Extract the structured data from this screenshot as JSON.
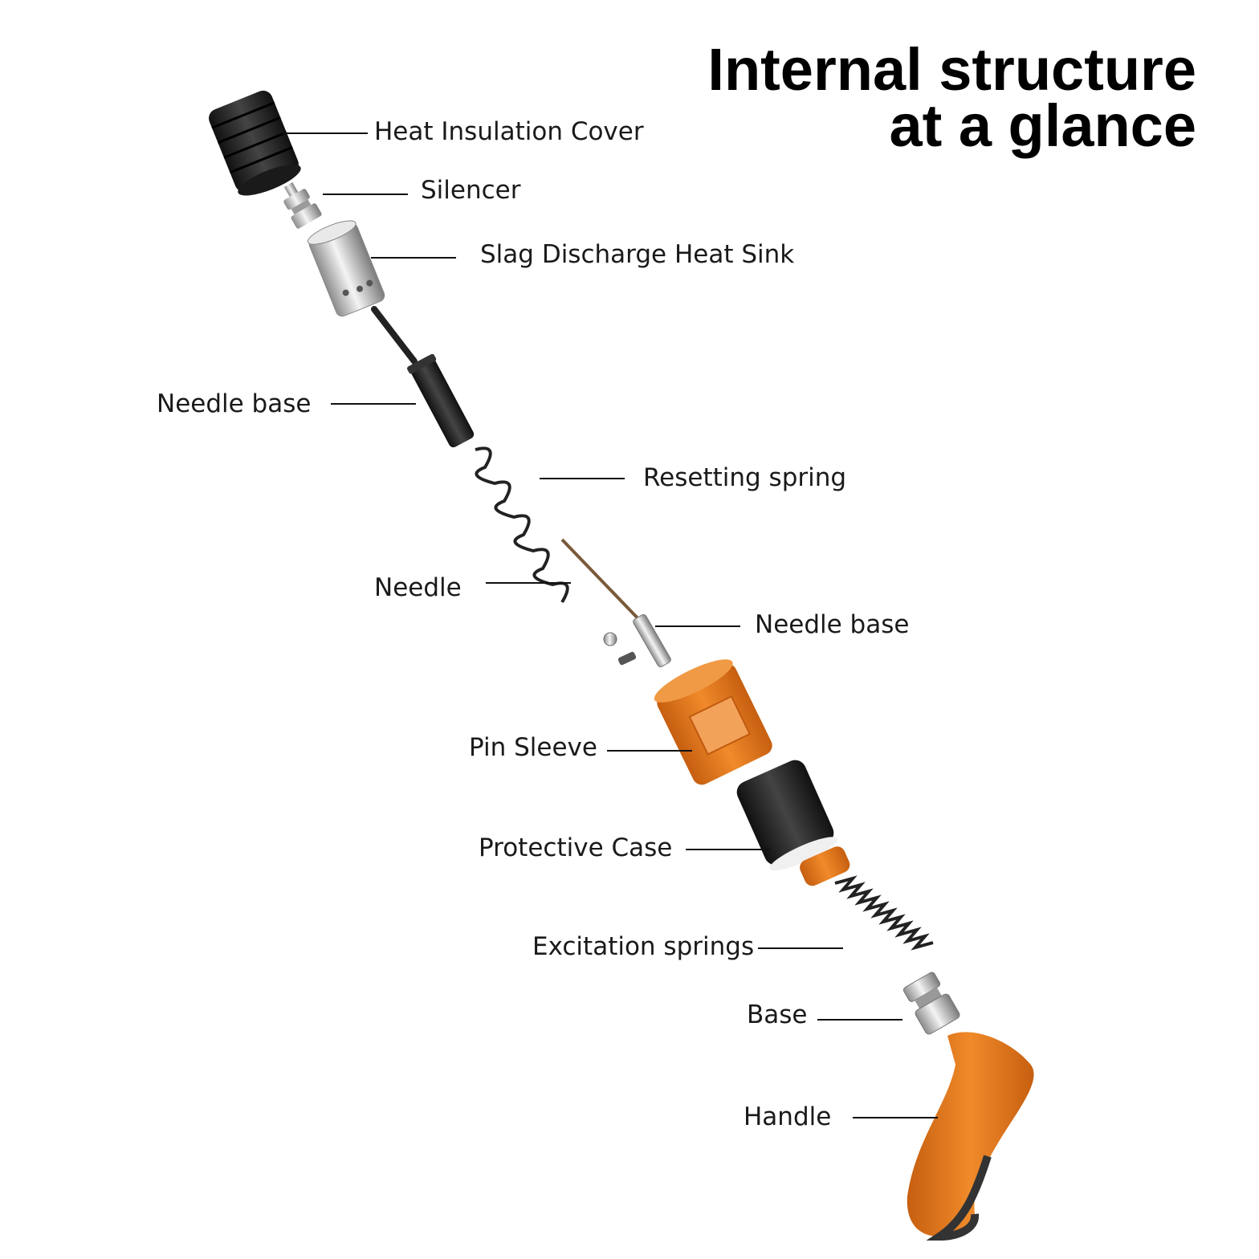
{
  "title": {
    "line1": "Internal structure",
    "line2": "at a glance"
  },
  "labels": {
    "heat_insulation_cover": "Heat Insulation Cover",
    "silencer": "Silencer",
    "slag_discharge_heat_sink": "Slag Discharge Heat Sink",
    "needle_base_upper": "Needle base",
    "resetting_spring": "Resetting spring",
    "needle": "Needle",
    "needle_base_lower": "Needle base",
    "pin_sleeve": "Pin Sleeve",
    "protective_case": "Protective Case",
    "excitation_springs": "Excitation springs",
    "base": "Base",
    "handle": "Handle"
  },
  "colors": {
    "orange": "#e2761f",
    "black": "#222222",
    "steel": "#c9c9c9",
    "line": "#111111"
  }
}
